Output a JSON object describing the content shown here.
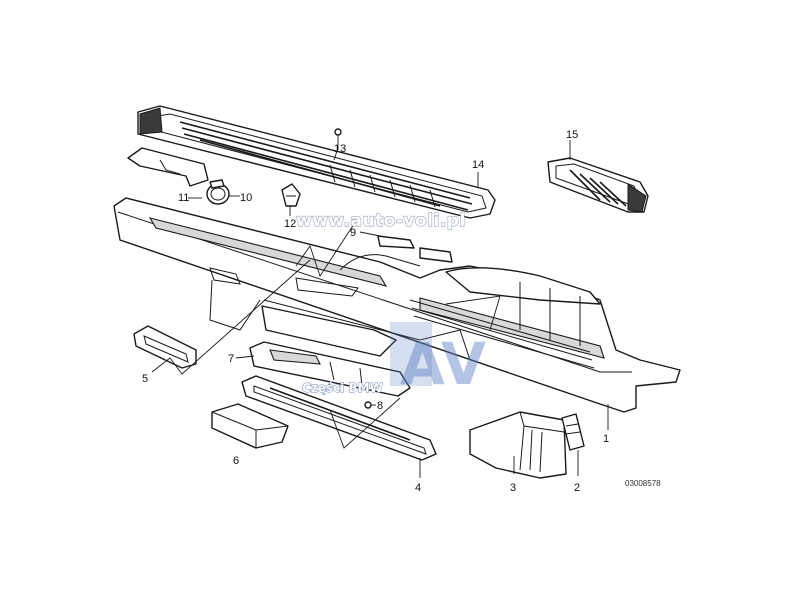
{
  "diagram": {
    "callouts": [
      "1",
      "2",
      "3",
      "4",
      "5",
      "6",
      "7",
      "8",
      "9",
      "10",
      "11",
      "12",
      "13",
      "14",
      "15"
    ],
    "part_code": "03008578"
  },
  "watermark": {
    "url": "www.auto-voli.pl",
    "logo": "AV",
    "subtitle": "Części BMW"
  }
}
